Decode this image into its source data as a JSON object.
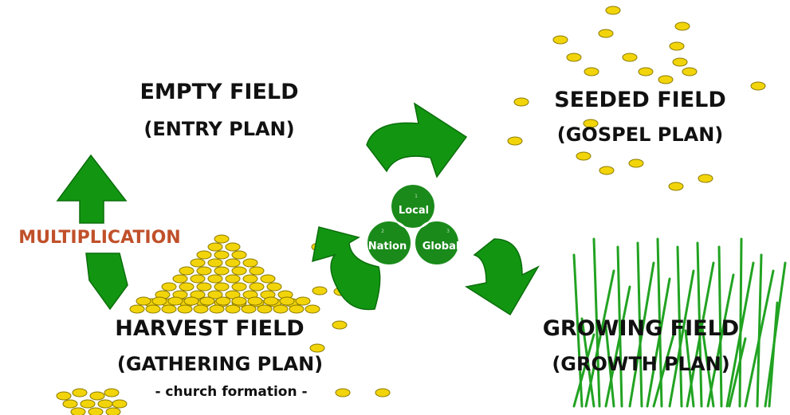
{
  "fields": {
    "empty": {
      "title": "EMPTY FIELD",
      "plan": "(ENTRY PLAN)"
    },
    "seeded": {
      "title": "SEEDED FIELD",
      "plan": "(GOSPEL PLAN)"
    },
    "growing": {
      "title": "GROWING FIELD",
      "plan": "(GROWTH PLAN)"
    },
    "harvest": {
      "title": "HARVEST FIELD",
      "plan": "(GATHERING PLAN)",
      "note": "- church formation -"
    }
  },
  "multiplication": "MULTIPLICATION",
  "scope_circles": [
    {
      "label": "Local",
      "num": "1"
    },
    {
      "label": "Nation",
      "num": "2"
    },
    {
      "label": "Global",
      "num": "3"
    }
  ],
  "colors": {
    "arrow": "#129612",
    "arrow_edge": "#0b6e0b",
    "circle": "#1a8a1a",
    "seed": "#f2d40a",
    "seed_edge": "#8a7a00",
    "grass": "#22a322",
    "multiplication": "#c0502a",
    "text": "#111111"
  }
}
